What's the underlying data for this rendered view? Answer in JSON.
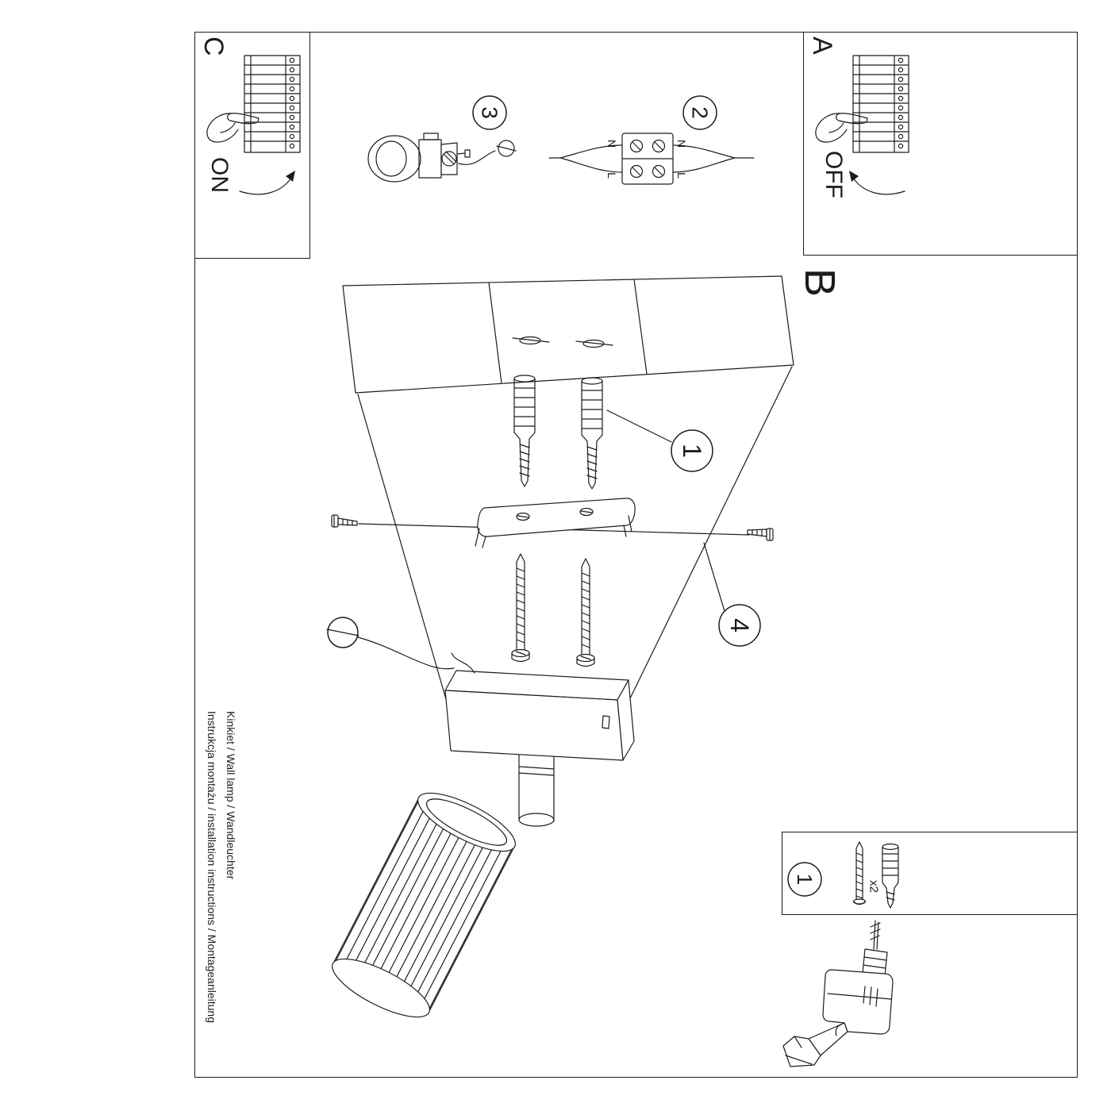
{
  "page": {
    "background": "#ffffff",
    "line_color": "#1c1c1c"
  },
  "labels": {
    "box_c_letter": "C",
    "box_c_state": "ON",
    "box_a_letter": "A",
    "box_a_state": "OFF",
    "section_b_letter": "B"
  },
  "steps": {
    "one": "1",
    "two": "2",
    "three": "3",
    "four": "4"
  },
  "wiring_labels": {
    "left_n": "N",
    "left_l": "L",
    "right_n": "N",
    "right_l": "L"
  },
  "parts": {
    "step_ref": "1",
    "quantity": "x2"
  },
  "footer": {
    "line1": "Instrukcja montażu / installation instructions / Montageanleitung",
    "line2": "Kinkiet / Wall lamp / Wandleuchter"
  }
}
